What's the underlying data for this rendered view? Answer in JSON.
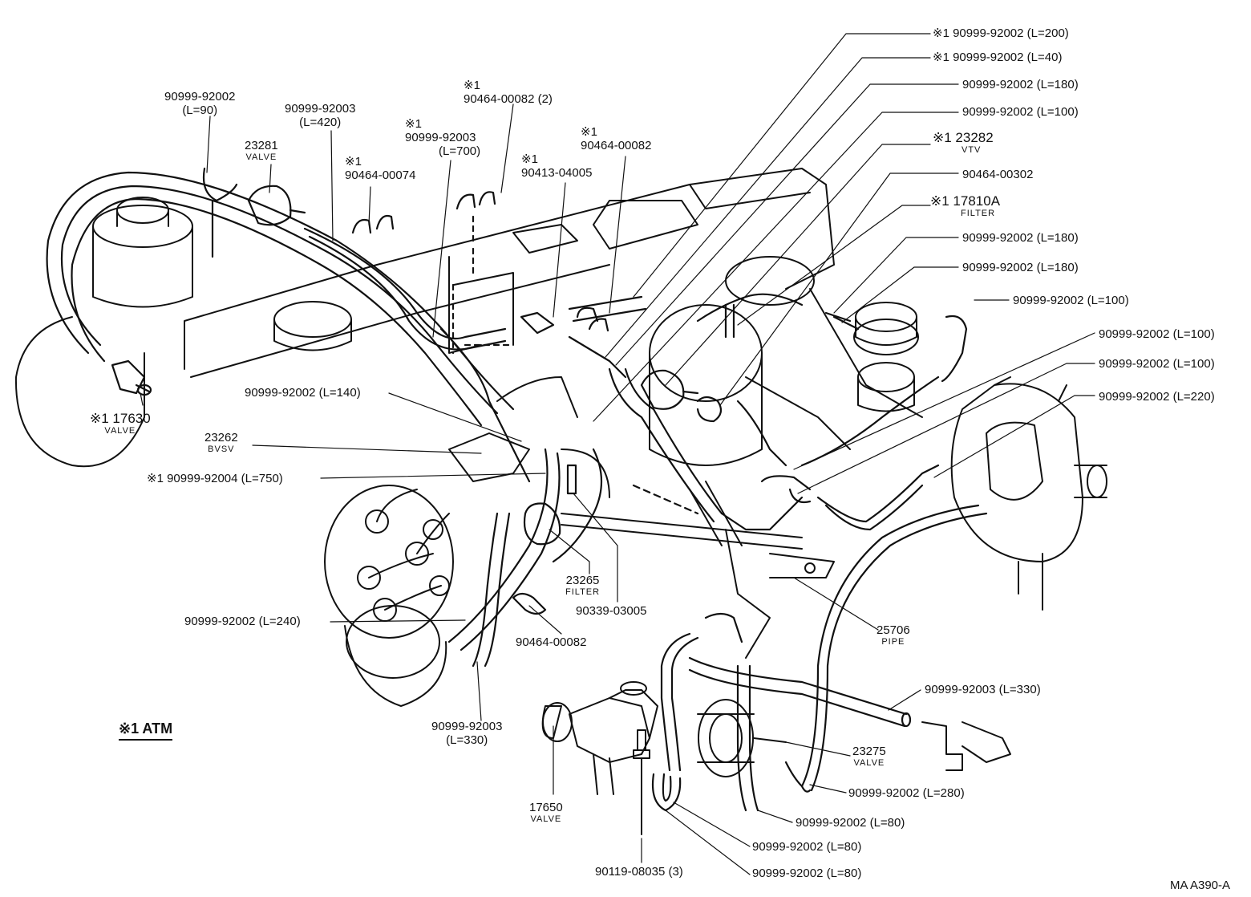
{
  "legend": "※1 ATM",
  "diagram_code": "MA  A390-A",
  "labels": {
    "top_l90_part": "90999-92002",
    "top_l90_len": "(L=90)",
    "top_l420_part": "90999-92003",
    "top_l420_len": "(L=420)",
    "v23281_num": "23281",
    "v23281_name": "VALVE",
    "clip74_mark": "※1",
    "clip74_part": "90464-00074",
    "h700_mark": "※1",
    "h700_part": "90999-92003",
    "h700_len": "(L=700)",
    "clip82a_mark": "※1",
    "clip82a_part": "90464-00082 (2)",
    "cl413_mark": "※1",
    "cl413_part": "90413-04005",
    "clip82b_mark": "※1",
    "clip82b_part": "90464-00082",
    "r_l200": "※1  90999-92002 (L=200)",
    "r_l40": "※1  90999-92002 (L=40)",
    "r_l180a": "90999-92002 (L=180)",
    "r_l100a": "90999-92002 (L=100)",
    "vtv_num": "※1 23282",
    "vtv_name": "VTV",
    "clip302": "90464-00302",
    "filter_num": "※1 17810A",
    "filter_name": "FILTER",
    "r_l180b": "90999-92002 (L=180)",
    "r_l180c": "90999-92002 (L=180)",
    "r_l100b": "90999-92002 (L=100)",
    "r_l100c": "90999-92002 (L=100)",
    "r_l100d": "90999-92002 (L=100)",
    "r_l220": "90999-92002 (L=220)",
    "v17630_num": "※1 17630",
    "v17630_name": "VALVE",
    "l140": "90999-92002 (L=140)",
    "bvsv_num": "23262",
    "bvsv_name": "BVSV",
    "l750": "※1  90999-92004 (L=750)",
    "filter23265_num": "23265",
    "filter23265_name": "FILTER",
    "p90339": "90339-03005",
    "l240": "90999-92002 (L=240)",
    "clip82c": "90464-00082",
    "pipe_num": "25706",
    "pipe_name": "PIPE",
    "l330b_part": "90999-92003",
    "l330b_len": "(L=330)",
    "l330a": "90999-92003 (L=330)",
    "v23275_num": "23275",
    "v23275_name": "VALVE",
    "l280": "90999-92002 (L=280)",
    "l80a": "90999-92002 (L=80)",
    "l80b": "90999-92002 (L=80)",
    "l80c": "90999-92002 (L=80)",
    "v17650_num": "17650",
    "v17650_name": "VALVE",
    "bolt": "90119-08035 (3)"
  }
}
